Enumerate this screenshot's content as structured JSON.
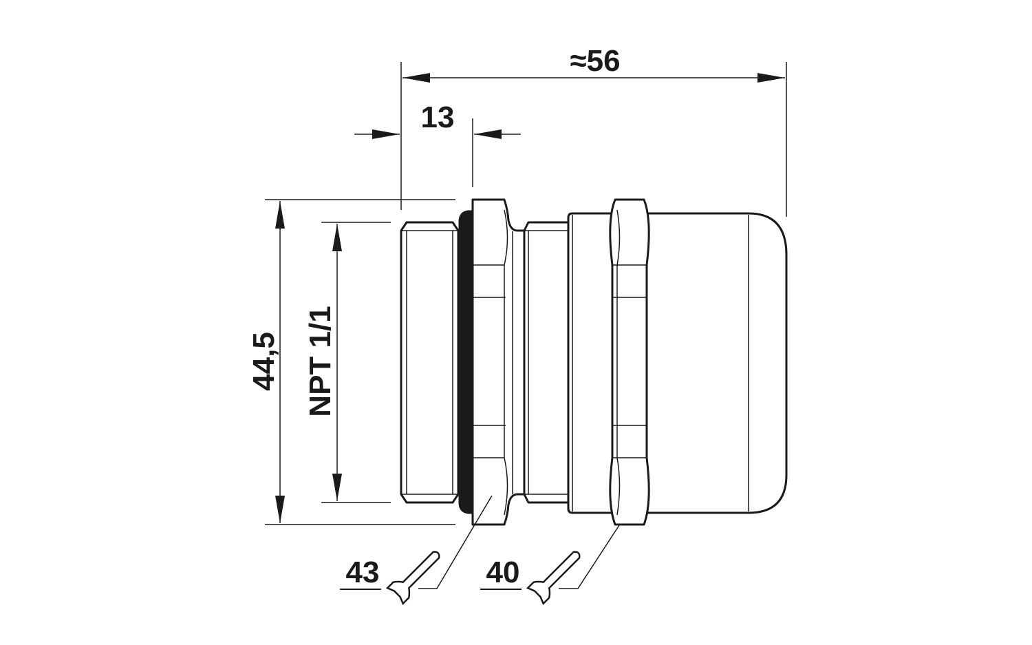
{
  "drawing": {
    "dimensions": {
      "overall_length": "≈56",
      "thread_length": "13",
      "outer_height": "44,5",
      "thread_type": "NPT 1/1",
      "wrench_size_1": "43",
      "wrench_size_2": "40"
    },
    "colors": {
      "line": "#1a1a1a",
      "background": "#ffffff"
    }
  }
}
